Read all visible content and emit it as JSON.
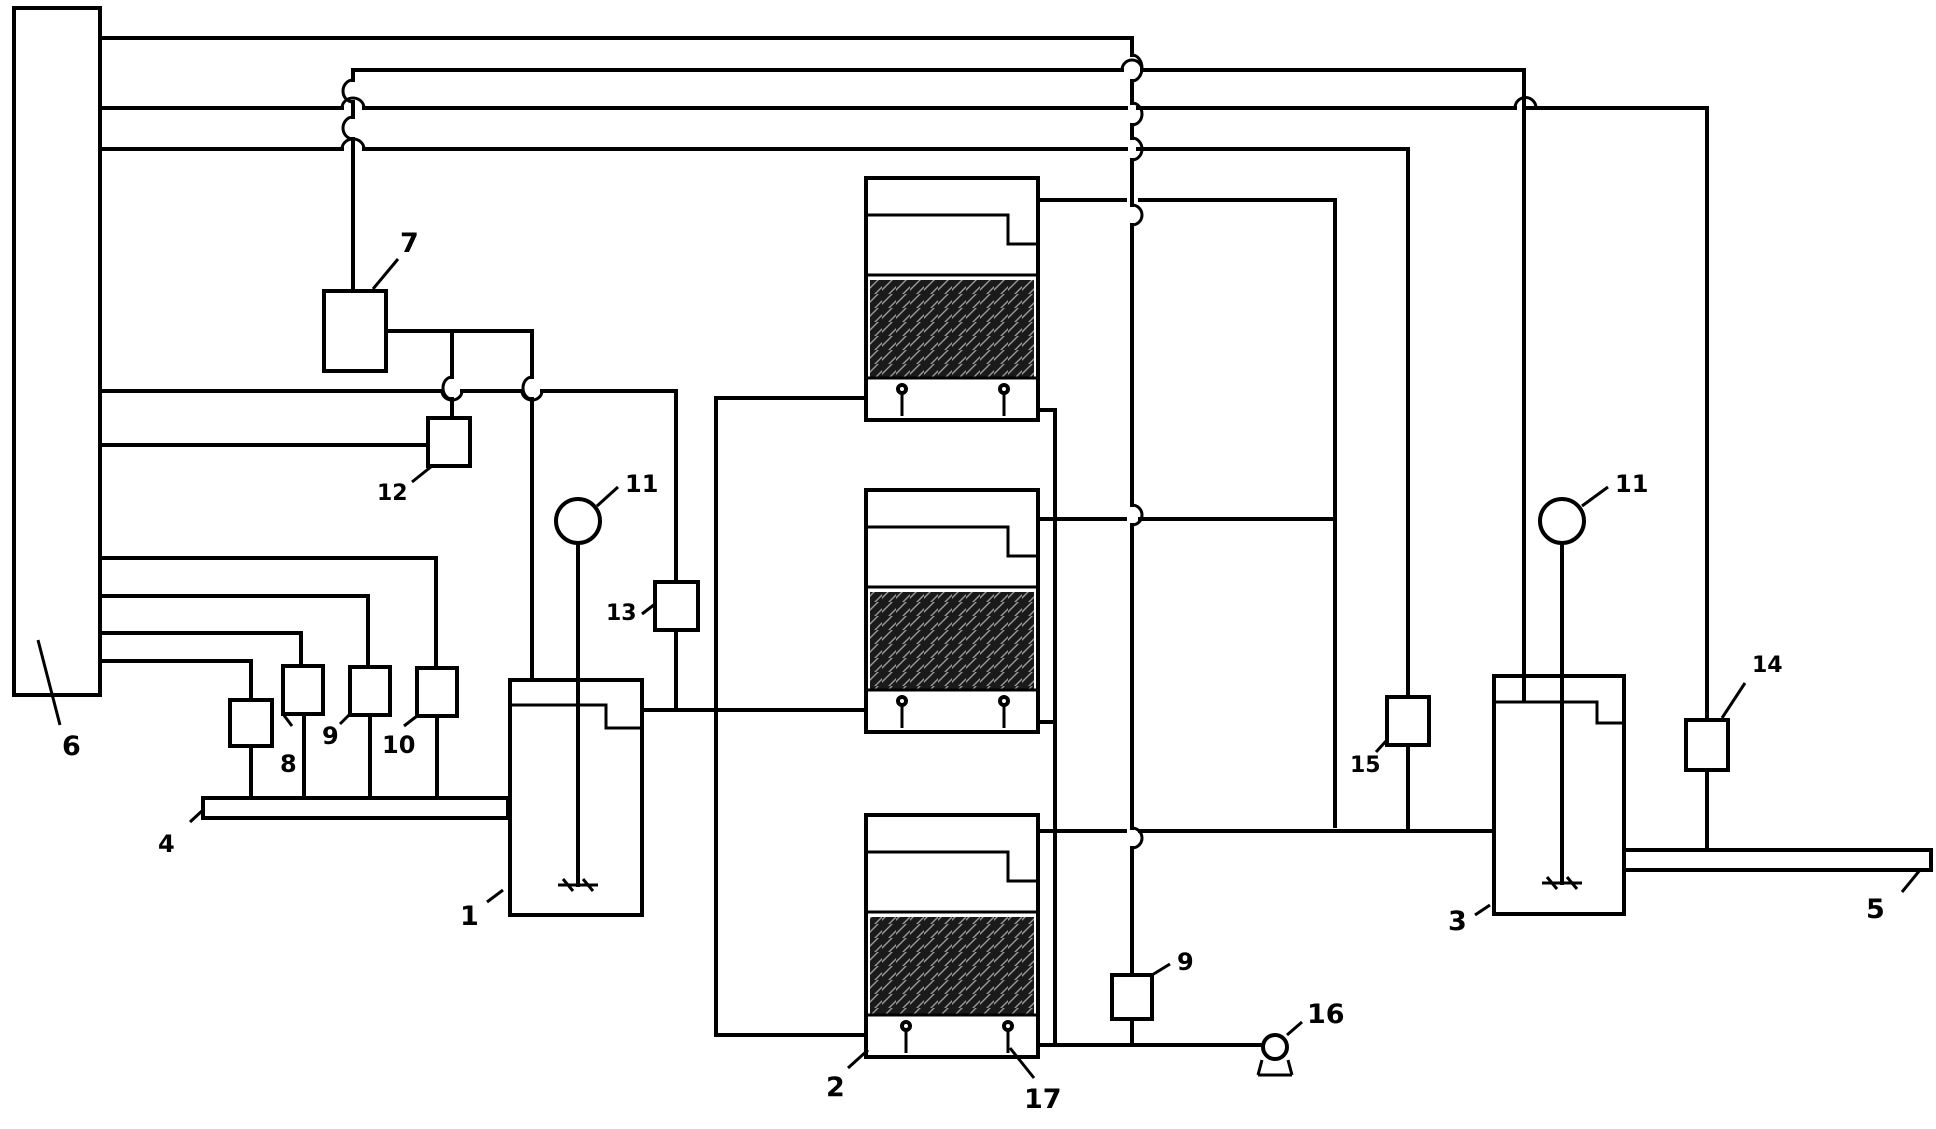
{
  "labels": {
    "tank_1": "1",
    "reactor_2": "2",
    "tank_3": "3",
    "inlet_4": "4",
    "outlet_5": "5",
    "controller_6": "6",
    "box_7": "7",
    "box_8": "8",
    "box_9_left": "9",
    "box_10": "10",
    "mixer_11_left": "11",
    "box_12": "12",
    "box_13": "13",
    "box_14": "14",
    "box_15": "15",
    "pump_16": "16",
    "part_17": "17",
    "box_9_bottom": "9",
    "mixer_11_right": "11"
  },
  "colors": {
    "line": "#000000",
    "background": "#ffffff",
    "media": "#1a1a1a"
  }
}
